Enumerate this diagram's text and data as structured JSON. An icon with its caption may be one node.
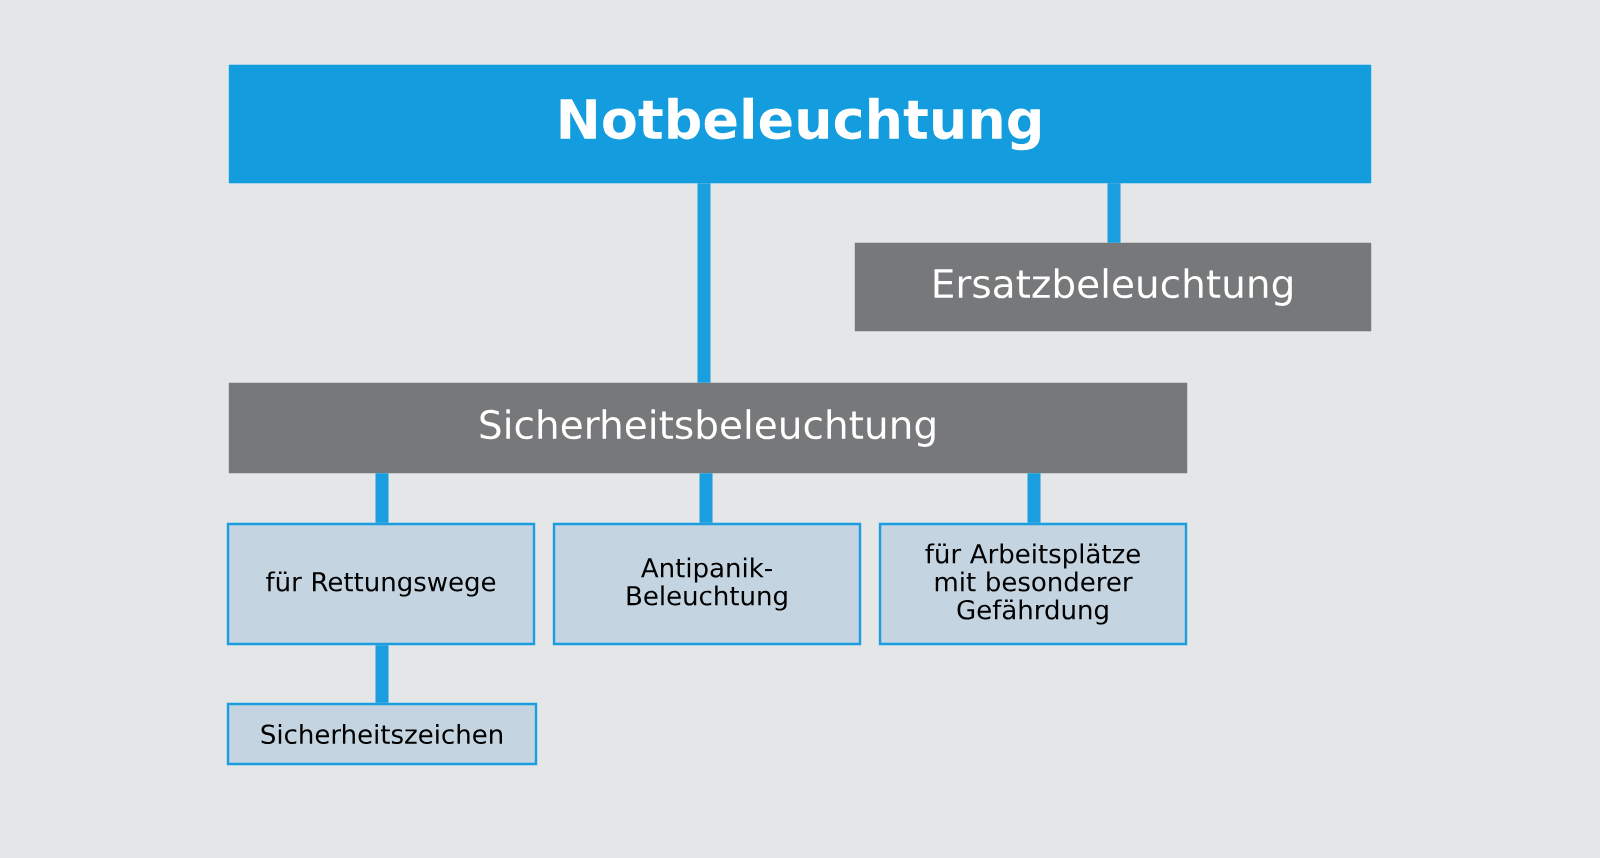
{
  "diagram": {
    "nodes": [
      {
        "text": [
          "Notbeleuchtung"
        ]
      },
      {
        "text": [
          "Ersatzbeleuchtung"
        ]
      },
      {
        "text": [
          "Sicherheitsbeleuchtung"
        ]
      },
      {
        "text": [
          "für Rettungswege"
        ]
      },
      {
        "text": [
          "Antipanik- Beleuchtung"
        ]
      },
      {
        "text": [
          "für Arbeitsplätze mit besonderer Gefährdung"
        ]
      },
      {
        "text": [
          "Sicherheitszeichen"
        ]
      }
    ],
    "edges": [
      {
        "from": 0,
        "to": 2,
        "arrow": "none"
      },
      {
        "from": 0,
        "to": 1,
        "arrow": "none"
      },
      {
        "from": 2,
        "to": 3,
        "arrow": "none"
      },
      {
        "from": 2,
        "to": 4,
        "arrow": "none"
      },
      {
        "from": 2,
        "to": 5,
        "arrow": "none"
      },
      {
        "from": 3,
        "to": 6,
        "arrow": "none"
      }
    ]
  }
}
